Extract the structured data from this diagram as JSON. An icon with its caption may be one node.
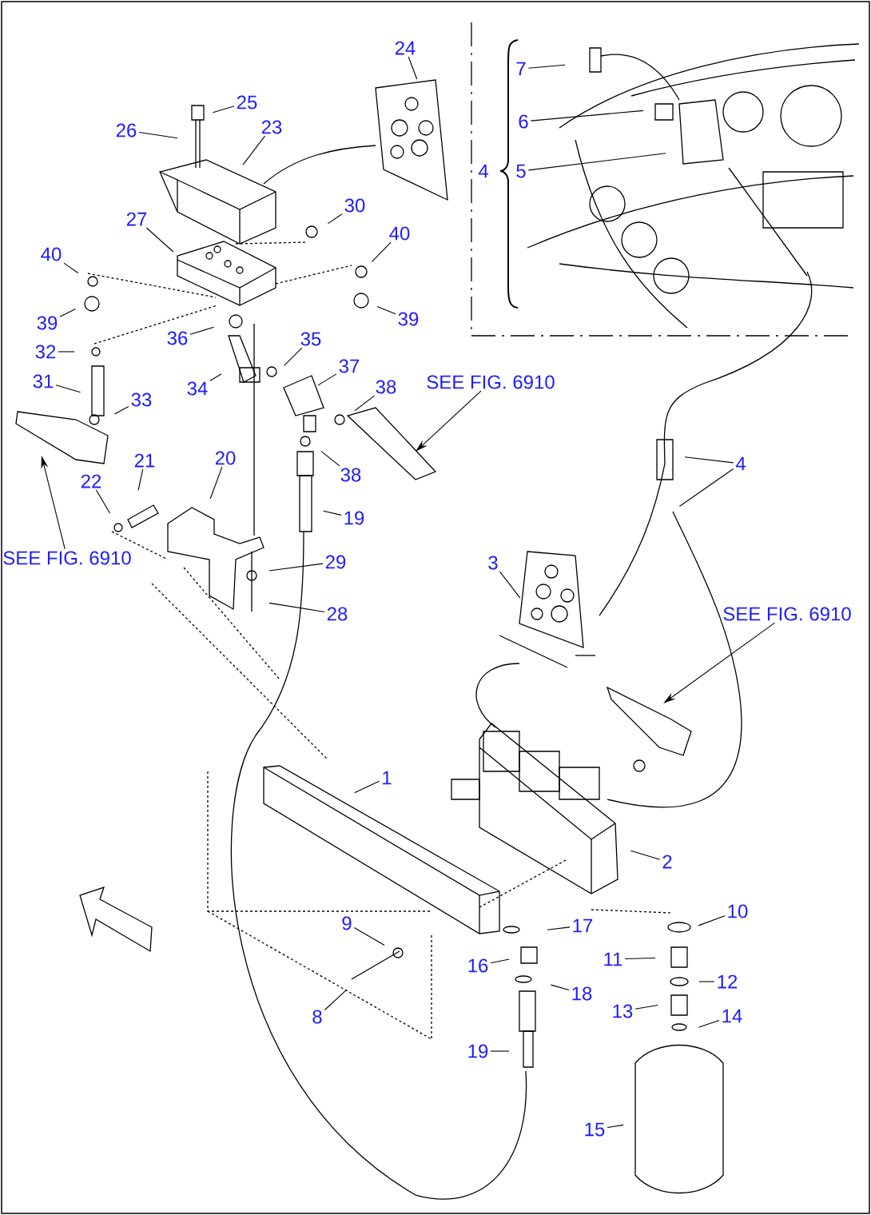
{
  "diagram": {
    "nodes": [
      {
        "text": [
          "24"
        ]
      },
      {
        "text": [
          "7"
        ]
      },
      {
        "text": [
          "25"
        ]
      },
      {
        "text": [
          "6"
        ]
      },
      {
        "text": [
          "23"
        ]
      },
      {
        "text": [
          "26"
        ]
      },
      {
        "text": [
          "4"
        ]
      },
      {
        "text": [
          "5"
        ]
      },
      {
        "text": [
          "30"
        ]
      },
      {
        "text": [
          "27"
        ]
      },
      {
        "text": [
          "40"
        ]
      },
      {
        "text": [
          "40"
        ]
      },
      {
        "text": [
          "39"
        ]
      },
      {
        "text": [
          "39"
        ]
      },
      {
        "text": [
          "36"
        ]
      },
      {
        "text": [
          "35"
        ]
      },
      {
        "text": [
          "32"
        ]
      },
      {
        "text": [
          "37"
        ]
      },
      {
        "text": [
          "31"
        ]
      },
      {
        "text": [
          "SEE FIG. 6910"
        ]
      },
      {
        "text": [
          "38"
        ]
      },
      {
        "text": [
          "34"
        ]
      },
      {
        "text": [
          "33"
        ]
      },
      {
        "text": [
          "20"
        ]
      },
      {
        "text": [
          "21"
        ]
      },
      {
        "text": [
          "4"
        ]
      },
      {
        "text": [
          "38"
        ]
      },
      {
        "text": [
          "22"
        ]
      },
      {
        "text": [
          "19"
        ]
      },
      {
        "text": [
          "SEE FIG. 6910"
        ]
      },
      {
        "text": [
          "29"
        ]
      },
      {
        "text": [
          "3"
        ]
      },
      {
        "text": [
          "28"
        ]
      },
      {
        "text": [
          "SEE FIG. 6910"
        ]
      },
      {
        "text": [
          "1"
        ]
      },
      {
        "text": [
          "2"
        ]
      },
      {
        "text": [
          "10"
        ]
      },
      {
        "text": [
          "9"
        ]
      },
      {
        "text": [
          "17"
        ]
      },
      {
        "text": [
          "11"
        ]
      },
      {
        "text": [
          "16"
        ]
      },
      {
        "text": [
          "12"
        ]
      },
      {
        "text": [
          "18"
        ]
      },
      {
        "text": [
          "13"
        ]
      },
      {
        "text": [
          "14"
        ]
      },
      {
        "text": [
          "8"
        ]
      },
      {
        "text": [
          "19"
        ]
      },
      {
        "text": [
          "15"
        ]
      }
    ],
    "edges": [
      {
        "from": 0,
        "to": null,
        "arrow": "none"
      },
      {
        "from": 1,
        "to": null,
        "arrow": "none"
      },
      {
        "from": 2,
        "to": null,
        "arrow": "none"
      },
      {
        "from": 3,
        "to": null,
        "arrow": "none"
      },
      {
        "from": 4,
        "to": null,
        "arrow": "none"
      },
      {
        "from": 5,
        "to": null,
        "arrow": "none"
      },
      {
        "from": 7,
        "to": null,
        "arrow": "none"
      },
      {
        "from": 8,
        "to": null,
        "arrow": "none"
      },
      {
        "from": 9,
        "to": null,
        "arrow": "none"
      },
      {
        "from": 10,
        "to": null,
        "arrow": "none"
      },
      {
        "from": 11,
        "to": null,
        "arrow": "none"
      },
      {
        "from": 12,
        "to": null,
        "arrow": "none"
      },
      {
        "from": 13,
        "to": null,
        "arrow": "none"
      },
      {
        "from": 14,
        "to": null,
        "arrow": "none"
      },
      {
        "from": 15,
        "to": null,
        "arrow": "none"
      },
      {
        "from": 16,
        "to": null,
        "arrow": "none"
      },
      {
        "from": 17,
        "to": null,
        "arrow": "none"
      },
      {
        "from": 18,
        "to": null,
        "arrow": "none"
      },
      {
        "from": 19,
        "to": null,
        "arrow": "to"
      },
      {
        "from": 20,
        "to": null,
        "arrow": "none"
      },
      {
        "from": 21,
        "to": null,
        "arrow": "none"
      },
      {
        "from": 22,
        "to": null,
        "arrow": "none"
      },
      {
        "from": 23,
        "to": null,
        "arrow": "none"
      },
      {
        "from": 24,
        "to": null,
        "arrow": "none"
      },
      {
        "from": 25,
        "to": null,
        "arrow": "none"
      },
      {
        "from": 25,
        "to": null,
        "arrow": "none"
      },
      {
        "from": 26,
        "to": null,
        "arrow": "none"
      },
      {
        "from": 27,
        "to": null,
        "arrow": "none"
      },
      {
        "from": 28,
        "to": null,
        "arrow": "none"
      },
      {
        "from": 29,
        "to": null,
        "arrow": "to"
      },
      {
        "from": 30,
        "to": null,
        "arrow": "none"
      },
      {
        "from": 31,
        "to": null,
        "arrow": "none"
      },
      {
        "from": 32,
        "to": null,
        "arrow": "none"
      },
      {
        "from": 33,
        "to": null,
        "arrow": "to"
      },
      {
        "from": 34,
        "to": null,
        "arrow": "none"
      },
      {
        "from": 35,
        "to": null,
        "arrow": "none"
      },
      {
        "from": 36,
        "to": null,
        "arrow": "none"
      },
      {
        "from": 37,
        "to": null,
        "arrow": "none"
      },
      {
        "from": 38,
        "to": null,
        "arrow": "none"
      },
      {
        "from": 39,
        "to": null,
        "arrow": "none"
      },
      {
        "from": 40,
        "to": null,
        "arrow": "none"
      },
      {
        "from": 41,
        "to": null,
        "arrow": "none"
      },
      {
        "from": 42,
        "to": null,
        "arrow": "none"
      },
      {
        "from": 43,
        "to": null,
        "arrow": "none"
      },
      {
        "from": 44,
        "to": null,
        "arrow": "none"
      },
      {
        "from": 45,
        "to": null,
        "arrow": "none"
      },
      {
        "from": 46,
        "to": null,
        "arrow": "none"
      },
      {
        "from": 47,
        "to": null,
        "arrow": "none"
      }
    ]
  }
}
